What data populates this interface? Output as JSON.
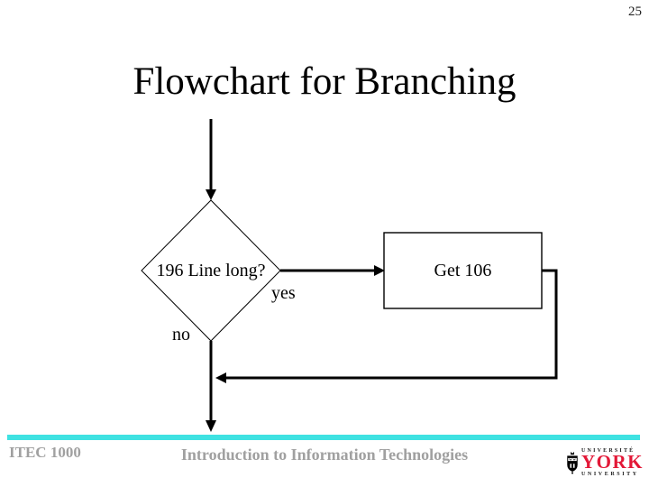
{
  "page": {
    "number": "25"
  },
  "title": "Flowchart for Branching",
  "flowchart": {
    "decision_label": "196 Line long?",
    "yes_label": "yes",
    "no_label": "no",
    "process_label": "Get 106"
  },
  "footer": {
    "course_code": "ITEC 1000",
    "course_title": "Introduction to Information Technologies",
    "divider_color": "#3fe2e2",
    "text_color": "#a0a0a0"
  },
  "logo": {
    "top_text": "UNIVERSITÉ",
    "main_text": "YORK",
    "bottom_text": "UNIVERSITY",
    "main_color": "#e31837",
    "shield_icon": "york-crest"
  }
}
